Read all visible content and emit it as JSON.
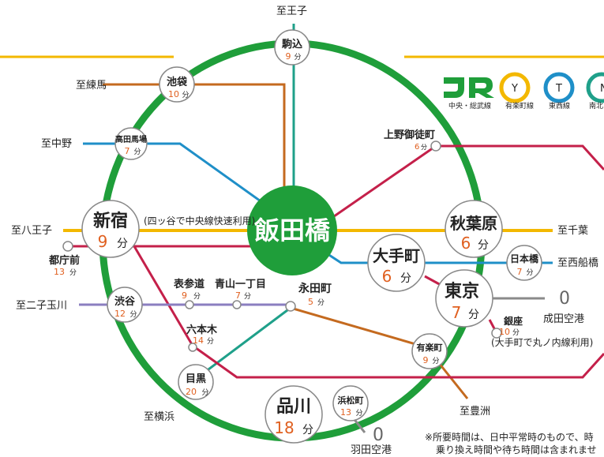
{
  "center": {
    "name": "飯田橋"
  },
  "stations": {
    "komagome": {
      "name": "駒込",
      "min": "9",
      "unit": "分"
    },
    "ikebukuro": {
      "name": "池袋",
      "min": "10",
      "unit": "分"
    },
    "takadanobaba": {
      "name": "高田馬場",
      "min": "7",
      "unit": "分"
    },
    "shinjuku": {
      "name": "新宿",
      "min": "9",
      "unit": "分"
    },
    "tochomae": {
      "name": "都庁前",
      "min": "13",
      "unit": "分"
    },
    "shibuya": {
      "name": "渋谷",
      "min": "12",
      "unit": "分"
    },
    "omotesando": {
      "name": "表参道",
      "min": "9",
      "unit": "分"
    },
    "aoyama": {
      "name": "青山一丁目",
      "min": "7",
      "unit": "分"
    },
    "nagatacho": {
      "name": "永田町",
      "min": "5",
      "unit": "分"
    },
    "roppongi": {
      "name": "六本木",
      "min": "14",
      "unit": "分"
    },
    "meguro": {
      "name": "目黒",
      "min": "20",
      "unit": "分"
    },
    "shinagawa": {
      "name": "品川",
      "min": "18",
      "unit": "分"
    },
    "hamamatsucho": {
      "name": "浜松町",
      "min": "13",
      "unit": "分"
    },
    "yurakucho": {
      "name": "有楽町",
      "min": "9",
      "unit": "分"
    },
    "ginza": {
      "name": "銀座",
      "min": "10",
      "unit": "分"
    },
    "tokyo": {
      "name": "東京",
      "min": "7",
      "unit": "分"
    },
    "otemachi": {
      "name": "大手町",
      "min": "6",
      "unit": "分"
    },
    "nihonbashi": {
      "name": "日本橋",
      "min": "7",
      "unit": "分"
    },
    "akihabara": {
      "name": "秋葉原",
      "min": "6",
      "unit": "分"
    },
    "uenookachimachi": {
      "name": "上野御徒町",
      "min": "6",
      "unit": "分"
    }
  },
  "destinations": {
    "oji": "至王子",
    "nerima": "至練馬",
    "nakano": "至中野",
    "hachioji": "至八王子",
    "futakotamagawa": "至二子玉川",
    "yokohama": "至横浜",
    "toyosu": "至豊洲",
    "chiba": "至千葉",
    "nishifunabashi": "至西船橋",
    "narita": "成田空港",
    "haneda": "羽田空港"
  },
  "notes": {
    "shinjuku_route": "(四ッ谷で中央線快速利用)",
    "ginza_route": "(大手町で丸ノ内線利用)",
    "footnote_line1": "※所要時間は、日中平常時のもので、時",
    "footnote_line2": "乗り換え時間や待ち時間は含まれませ"
  },
  "legend": {
    "jr_label": "中央・総武線",
    "y_label": "有楽町線",
    "t_label": "東西線",
    "n_label": "南北",
    "y_letter": "Y",
    "t_letter": "T",
    "n_letter": "N"
  },
  "colors": {
    "yamanote": "#1f9e3a",
    "chuo": "#f3b800",
    "namboku": "#1fa08a",
    "yurakucho": "#c46a1f",
    "tozai": "#1f8fc8",
    "oedo": "#c4204a",
    "hanzomon": "#8b7fc0",
    "hibiya": "#9aa5ad",
    "minute": "#e06020"
  }
}
